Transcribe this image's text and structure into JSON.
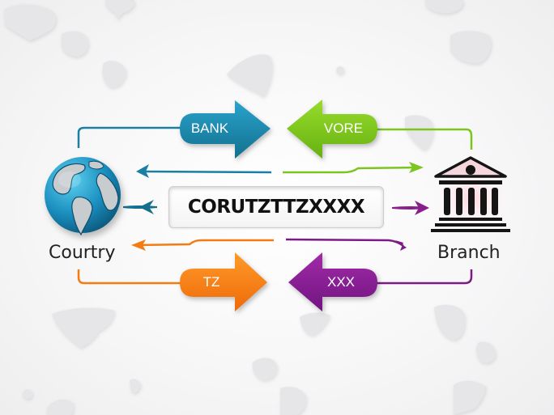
{
  "diagram": {
    "center_code": "CORUTZTTZXXXX",
    "nodes": {
      "left": {
        "label": "Courtry",
        "icon": "globe-icon"
      },
      "right": {
        "label": "Branch",
        "icon": "bank-building-icon"
      }
    },
    "arrows": [
      {
        "label": "BANK",
        "direction": "right",
        "color": "#1a8bb0",
        "position": "top-left"
      },
      {
        "label": "VORE",
        "direction": "left",
        "color": "#7ac70f",
        "position": "top-right"
      },
      {
        "label": "TZ",
        "direction": "right",
        "color": "#f47b12",
        "position": "bottom-left"
      },
      {
        "label": "XXX",
        "direction": "left",
        "color": "#8b1d8f",
        "position": "bottom-right"
      }
    ],
    "colors": {
      "blue": "#1a7fa3",
      "green": "#7cc520",
      "orange": "#f47b12",
      "purple": "#7d1a86",
      "background": "#f5f5f6",
      "blob": "#e6e6e8"
    }
  }
}
